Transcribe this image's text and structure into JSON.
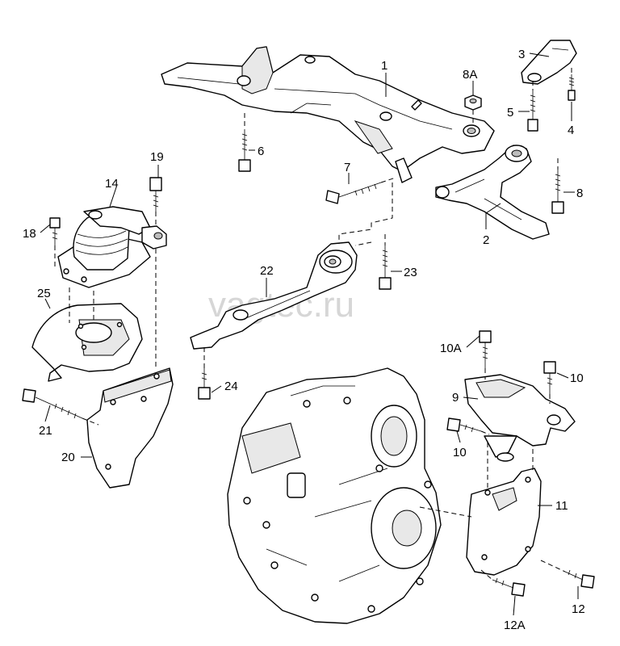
{
  "watermark": "vagtec.ru",
  "callouts": {
    "c1": "1",
    "c2": "2",
    "c3": "3",
    "c4": "4",
    "c5": "5",
    "c6": "6",
    "c7": "7",
    "c8": "8",
    "c8a": "8A",
    "c9": "9",
    "c10a": "10A",
    "c10_right": "10",
    "c10_lower": "10",
    "c11": "11",
    "c12": "12",
    "c12a": "12A",
    "c14": "14",
    "c18": "18",
    "c19": "19",
    "c20": "20",
    "c21": "21",
    "c22": "22",
    "c23": "23",
    "c24": "24",
    "c25": "25"
  }
}
